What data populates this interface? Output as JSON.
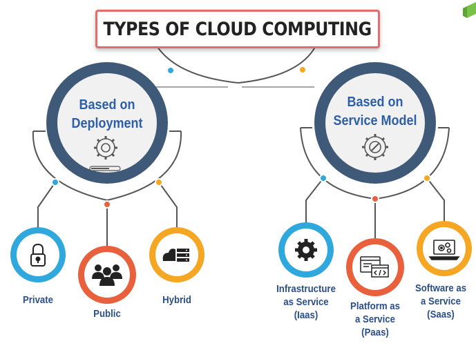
{
  "title": "TYPES OF CLOUD COMPUTING",
  "colors": {
    "title_border": "#e36b6b",
    "hub_ring": "#3f5a78",
    "hub_fill": "#f1f1f1",
    "label_blue": "#2d5fa8",
    "private": "#2fa8dd",
    "public": "#e8603c",
    "hybrid": "#f5a623",
    "connector": "#555555",
    "logo": "#79c24a"
  },
  "deployment": {
    "label_line1": "Based on",
    "label_line2": "Deployment",
    "icon": "gear-icon",
    "items": [
      {
        "label": "Private",
        "icon": "padlock-icon"
      },
      {
        "label": "Public",
        "icon": "people-icon"
      },
      {
        "label": "Hybrid",
        "icon": "cloud-server-icon"
      }
    ]
  },
  "service": {
    "label_line1": "Based on",
    "label_line2": "Service Model",
    "icon": "gear-wrench-icon",
    "items": [
      {
        "lines": [
          "Infrastructure",
          "as Service",
          "(Iaas)"
        ],
        "icon": "gear-icon"
      },
      {
        "lines": [
          "Platform as",
          "a Service",
          "(Paas)"
        ],
        "icon": "code-window-icon"
      },
      {
        "lines": [
          "Software as",
          "a Service",
          "(Saas)"
        ],
        "icon": "laptop-gears-icon"
      }
    ]
  }
}
